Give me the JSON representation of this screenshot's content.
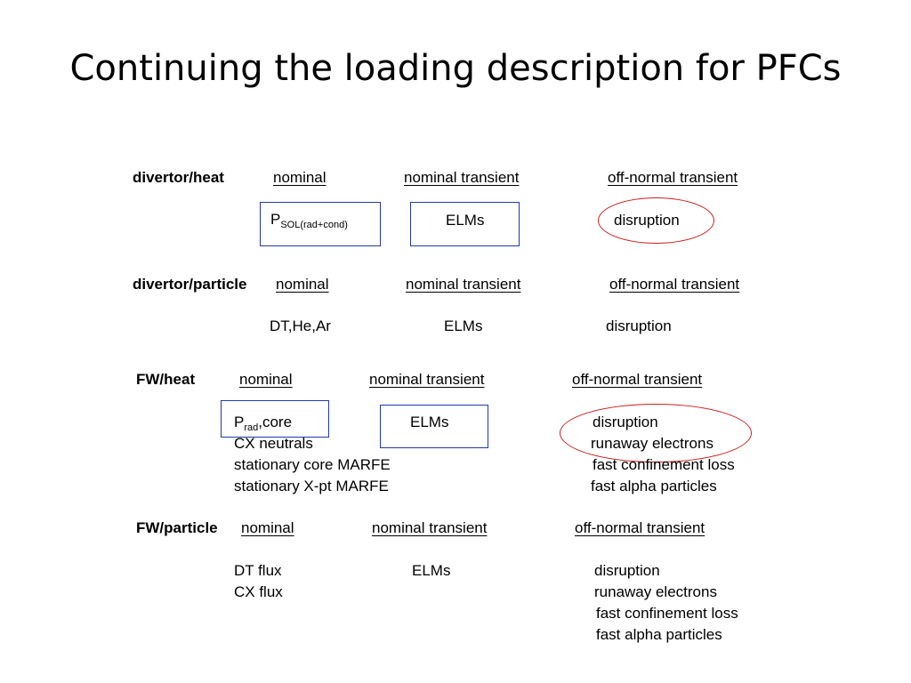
{
  "title": "Continuing the loading description for PFCs",
  "labels": {
    "divertor_heat": "divertor/heat",
    "divertor_particle": "divertor/particle",
    "fw_heat": "FW/heat",
    "fw_particle": "FW/particle"
  },
  "columns": {
    "nominal": "nominal",
    "nominal_transient": "nominal transient",
    "off_normal_transient": "off-normal transient"
  },
  "divertor_heat": {
    "nominal_base": "P",
    "nominal_sub": "SOL(rad+cond)",
    "transient": "ELMs",
    "off_normal": "disruption"
  },
  "divertor_particle": {
    "nominal": "DT,He,Ar",
    "transient": "ELMs",
    "off_normal": "disruption"
  },
  "fw_heat": {
    "nominal_base": "P",
    "nominal_sub": "rad",
    "nominal_rest": ",core",
    "nominal_2": "CX neutrals",
    "nominal_3": "stationary core MARFE",
    "nominal_4": "stationary X-pt MARFE",
    "transient": "ELMs",
    "off_normal_1": "disruption",
    "off_normal_2": "runaway electrons",
    "off_normal_3": "fast confinement loss",
    "off_normal_4": "fast alpha particles"
  },
  "fw_particle": {
    "nominal_1": "DT flux",
    "nominal_2": "CX flux",
    "transient": "ELMs",
    "off_normal_1": "disruption",
    "off_normal_2": "runaway electrons",
    "off_normal_3": "fast confinement loss",
    "off_normal_4": "fast alpha particles"
  }
}
